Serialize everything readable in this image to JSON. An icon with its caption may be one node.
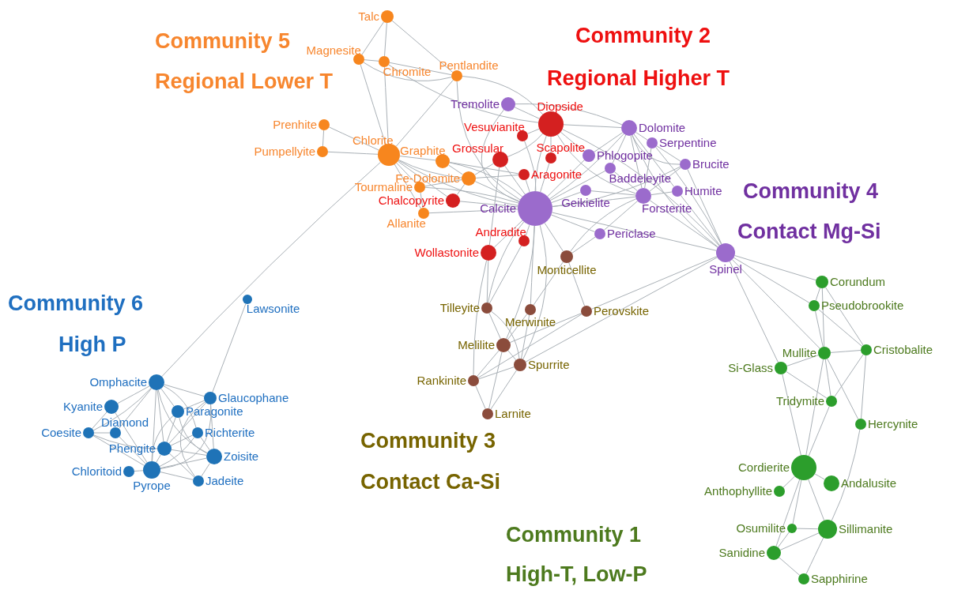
{
  "diagram": {
    "nodes": [
      {
        "text": [
          "Talc"
        ]
      },
      {
        "text": [
          "Magnesite"
        ]
      },
      {
        "text": [
          "Chromite"
        ]
      },
      {
        "text": [
          "Pentlandite"
        ]
      },
      {
        "text": [
          "Prenhite"
        ]
      },
      {
        "text": [
          "Pumpellyite"
        ]
      },
      {
        "text": [
          "Chlorite"
        ]
      },
      {
        "text": [
          "Graphite"
        ]
      },
      {
        "text": [
          "Fe-Dolomite"
        ]
      },
      {
        "text": [
          "Tourmaline"
        ]
      },
      {
        "text": [
          "Allanite"
        ]
      },
      {
        "text": [
          "Diopside"
        ]
      },
      {
        "text": [
          "Vesuvianite"
        ]
      },
      {
        "text": [
          "Grossular"
        ]
      },
      {
        "text": [
          "Scapolite"
        ]
      },
      {
        "text": [
          "Aragonite"
        ]
      },
      {
        "text": [
          "Chalcopyrite"
        ]
      },
      {
        "text": [
          "Andradite"
        ]
      },
      {
        "text": [
          "Wollastonite"
        ]
      },
      {
        "text": [
          "Tremolite"
        ]
      },
      {
        "text": [
          "Dolomite"
        ]
      },
      {
        "text": [
          "Serpentine"
        ]
      },
      {
        "text": [
          "Phlogopite"
        ]
      },
      {
        "text": [
          "Brucite"
        ]
      },
      {
        "text": [
          "Baddeleyite"
        ]
      },
      {
        "text": [
          "Humite"
        ]
      },
      {
        "text": [
          "Geikielite"
        ]
      },
      {
        "text": [
          "Forsterite"
        ]
      },
      {
        "text": [
          "Calcite"
        ]
      },
      {
        "text": [
          "Periclase"
        ]
      },
      {
        "text": [
          "Spinel"
        ]
      },
      {
        "text": [
          "Monticellite"
        ]
      },
      {
        "text": [
          "Tilleyite"
        ]
      },
      {
        "text": [
          "Merwinite"
        ]
      },
      {
        "text": [
          "Perovskite"
        ]
      },
      {
        "text": [
          "Melilite"
        ]
      },
      {
        "text": [
          "Spurrite"
        ]
      },
      {
        "text": [
          "Rankinite"
        ]
      },
      {
        "text": [
          "Larnite"
        ]
      },
      {
        "text": [
          "Corundum"
        ]
      },
      {
        "text": [
          "Pseudobrookite"
        ]
      },
      {
        "text": [
          "Mullite"
        ]
      },
      {
        "text": [
          "Cristobalite"
        ]
      },
      {
        "text": [
          "Si-Glass"
        ]
      },
      {
        "text": [
          "Tridymite"
        ]
      },
      {
        "text": [
          "Hercynite"
        ]
      },
      {
        "text": [
          "Cordierite"
        ]
      },
      {
        "text": [
          "Anthophyllite"
        ]
      },
      {
        "text": [
          "Andalusite"
        ]
      },
      {
        "text": [
          "Osumilite"
        ]
      },
      {
        "text": [
          "Sillimanite"
        ]
      },
      {
        "text": [
          "Sanidine"
        ]
      },
      {
        "text": [
          "Sapphirine"
        ]
      },
      {
        "text": [
          "Lawsonite"
        ]
      },
      {
        "text": [
          "Omphacite"
        ]
      },
      {
        "text": [
          "Glaucophane"
        ]
      },
      {
        "text": [
          "Kyanite"
        ]
      },
      {
        "text": [
          "Paragonite"
        ]
      },
      {
        "text": [
          "Diamond"
        ]
      },
      {
        "text": [
          "Coesite"
        ]
      },
      {
        "text": [
          "Richterite"
        ]
      },
      {
        "text": [
          "Phengite"
        ]
      },
      {
        "text": [
          "Zoisite"
        ]
      },
      {
        "text": [
          "Chloritoid"
        ]
      },
      {
        "text": [
          "Pyrope"
        ]
      },
      {
        "text": [
          "Jadeite"
        ]
      }
    ],
    "edges": [
      {
        "from": 0,
        "to": 1,
        "arrow": "none"
      },
      {
        "from": 0,
        "to": 2,
        "arrow": "none"
      },
      {
        "from": 0,
        "to": 3,
        "arrow": "none"
      },
      {
        "from": 1,
        "to": 2,
        "arrow": "none"
      },
      {
        "from": 1,
        "to": 3,
        "arrow": "none"
      },
      {
        "from": 2,
        "to": 3,
        "arrow": "none"
      },
      {
        "from": 1,
        "to": 6,
        "arrow": "none"
      },
      {
        "from": 2,
        "to": 6,
        "arrow": "none"
      },
      {
        "from": 3,
        "to": 6,
        "arrow": "none"
      },
      {
        "from": 3,
        "to": 11,
        "arrow": "none"
      },
      {
        "from": 3,
        "to": 28,
        "arrow": "none"
      },
      {
        "from": 2,
        "to": 11,
        "arrow": "none"
      },
      {
        "from": 4,
        "to": 5,
        "arrow": "none"
      },
      {
        "from": 4,
        "to": 6,
        "arrow": "none"
      },
      {
        "from": 5,
        "to": 6,
        "arrow": "none"
      },
      {
        "from": 6,
        "to": 7,
        "arrow": "none"
      },
      {
        "from": 6,
        "to": 8,
        "arrow": "none"
      },
      {
        "from": 6,
        "to": 9,
        "arrow": "none"
      },
      {
        "from": 6,
        "to": 10,
        "arrow": "none"
      },
      {
        "from": 6,
        "to": 28,
        "arrow": "none"
      },
      {
        "from": 6,
        "to": 16,
        "arrow": "none"
      },
      {
        "from": 6,
        "to": 54,
        "arrow": "none"
      },
      {
        "from": 7,
        "to": 28,
        "arrow": "none"
      },
      {
        "from": 7,
        "to": 15,
        "arrow": "none"
      },
      {
        "from": 7,
        "to": 8,
        "arrow": "none"
      },
      {
        "from": 8,
        "to": 28,
        "arrow": "none"
      },
      {
        "from": 8,
        "to": 9,
        "arrow": "none"
      },
      {
        "from": 8,
        "to": 16,
        "arrow": "none"
      },
      {
        "from": 8,
        "to": 15,
        "arrow": "none"
      },
      {
        "from": 8,
        "to": 13,
        "arrow": "none"
      },
      {
        "from": 9,
        "to": 28,
        "arrow": "none"
      },
      {
        "from": 10,
        "to": 28,
        "arrow": "none"
      },
      {
        "from": 9,
        "to": 10,
        "arrow": "none"
      },
      {
        "from": 16,
        "to": 28,
        "arrow": "none"
      },
      {
        "from": 11,
        "to": 19,
        "arrow": "none"
      },
      {
        "from": 11,
        "to": 28,
        "arrow": "none"
      },
      {
        "from": 11,
        "to": 20,
        "arrow": "none"
      },
      {
        "from": 11,
        "to": 12,
        "arrow": "none"
      },
      {
        "from": 11,
        "to": 13,
        "arrow": "none"
      },
      {
        "from": 11,
        "to": 14,
        "arrow": "none"
      },
      {
        "from": 11,
        "to": 27,
        "arrow": "none"
      },
      {
        "from": 11,
        "to": 22,
        "arrow": "none"
      },
      {
        "from": 11,
        "to": 30,
        "arrow": "none"
      },
      {
        "from": 19,
        "to": 28,
        "arrow": "none"
      },
      {
        "from": 19,
        "to": 20,
        "arrow": "none"
      },
      {
        "from": 12,
        "to": 28,
        "arrow": "none"
      },
      {
        "from": 13,
        "to": 28,
        "arrow": "none"
      },
      {
        "from": 13,
        "to": 18,
        "arrow": "none"
      },
      {
        "from": 14,
        "to": 28,
        "arrow": "none"
      },
      {
        "from": 15,
        "to": 28,
        "arrow": "none"
      },
      {
        "from": 17,
        "to": 28,
        "arrow": "none"
      },
      {
        "from": 18,
        "to": 28,
        "arrow": "none"
      },
      {
        "from": 28,
        "to": 20,
        "arrow": "none"
      },
      {
        "from": 28,
        "to": 22,
        "arrow": "none"
      },
      {
        "from": 28,
        "to": 24,
        "arrow": "none"
      },
      {
        "from": 28,
        "to": 26,
        "arrow": "none"
      },
      {
        "from": 28,
        "to": 27,
        "arrow": "none"
      },
      {
        "from": 28,
        "to": 29,
        "arrow": "none"
      },
      {
        "from": 28,
        "to": 31,
        "arrow": "none"
      },
      {
        "from": 28,
        "to": 23,
        "arrow": "none"
      },
      {
        "from": 28,
        "to": 30,
        "arrow": "none"
      },
      {
        "from": 28,
        "to": 33,
        "arrow": "none"
      },
      {
        "from": 28,
        "to": 32,
        "arrow": "none"
      },
      {
        "from": 28,
        "to": 36,
        "arrow": "none"
      },
      {
        "from": 28,
        "to": 35,
        "arrow": "none"
      },
      {
        "from": 20,
        "to": 21,
        "arrow": "none"
      },
      {
        "from": 20,
        "to": 22,
        "arrow": "none"
      },
      {
        "from": 20,
        "to": 23,
        "arrow": "none"
      },
      {
        "from": 20,
        "to": 27,
        "arrow": "none"
      },
      {
        "from": 20,
        "to": 30,
        "arrow": "none"
      },
      {
        "from": 20,
        "to": 24,
        "arrow": "none"
      },
      {
        "from": 20,
        "to": 25,
        "arrow": "none"
      },
      {
        "from": 21,
        "to": 23,
        "arrow": "none"
      },
      {
        "from": 21,
        "to": 27,
        "arrow": "none"
      },
      {
        "from": 21,
        "to": 30,
        "arrow": "none"
      },
      {
        "from": 23,
        "to": 27,
        "arrow": "none"
      },
      {
        "from": 23,
        "to": 30,
        "arrow": "none"
      },
      {
        "from": 25,
        "to": 27,
        "arrow": "none"
      },
      {
        "from": 25,
        "to": 30,
        "arrow": "none"
      },
      {
        "from": 27,
        "to": 30,
        "arrow": "none"
      },
      {
        "from": 27,
        "to": 26,
        "arrow": "none"
      },
      {
        "from": 27,
        "to": 29,
        "arrow": "none"
      },
      {
        "from": 24,
        "to": 27,
        "arrow": "none"
      },
      {
        "from": 29,
        "to": 31,
        "arrow": "none"
      },
      {
        "from": 27,
        "to": 31,
        "arrow": "none"
      },
      {
        "from": 30,
        "to": 39,
        "arrow": "none"
      },
      {
        "from": 30,
        "to": 40,
        "arrow": "none"
      },
      {
        "from": 30,
        "to": 41,
        "arrow": "none"
      },
      {
        "from": 30,
        "to": 43,
        "arrow": "none"
      },
      {
        "from": 30,
        "to": 34,
        "arrow": "none"
      },
      {
        "from": 30,
        "to": 36,
        "arrow": "none"
      },
      {
        "from": 31,
        "to": 33,
        "arrow": "none"
      },
      {
        "from": 31,
        "to": 34,
        "arrow": "none"
      },
      {
        "from": 18,
        "to": 32,
        "arrow": "none"
      },
      {
        "from": 18,
        "to": 37,
        "arrow": "none"
      },
      {
        "from": 17,
        "to": 32,
        "arrow": "none"
      },
      {
        "from": 32,
        "to": 35,
        "arrow": "none"
      },
      {
        "from": 32,
        "to": 36,
        "arrow": "none"
      },
      {
        "from": 33,
        "to": 35,
        "arrow": "none"
      },
      {
        "from": 33,
        "to": 36,
        "arrow": "none"
      },
      {
        "from": 34,
        "to": 35,
        "arrow": "none"
      },
      {
        "from": 34,
        "to": 37,
        "arrow": "none"
      },
      {
        "from": 35,
        "to": 37,
        "arrow": "none"
      },
      {
        "from": 35,
        "to": 38,
        "arrow": "none"
      },
      {
        "from": 36,
        "to": 37,
        "arrow": "none"
      },
      {
        "from": 36,
        "to": 38,
        "arrow": "none"
      },
      {
        "from": 37,
        "to": 38,
        "arrow": "none"
      },
      {
        "from": 35,
        "to": 36,
        "arrow": "none"
      },
      {
        "from": 39,
        "to": 40,
        "arrow": "none"
      },
      {
        "from": 39,
        "to": 41,
        "arrow": "none"
      },
      {
        "from": 39,
        "to": 42,
        "arrow": "none"
      },
      {
        "from": 40,
        "to": 41,
        "arrow": "none"
      },
      {
        "from": 40,
        "to": 42,
        "arrow": "none"
      },
      {
        "from": 41,
        "to": 42,
        "arrow": "none"
      },
      {
        "from": 41,
        "to": 43,
        "arrow": "none"
      },
      {
        "from": 41,
        "to": 44,
        "arrow": "none"
      },
      {
        "from": 41,
        "to": 45,
        "arrow": "none"
      },
      {
        "from": 41,
        "to": 46,
        "arrow": "none"
      },
      {
        "from": 43,
        "to": 44,
        "arrow": "none"
      },
      {
        "from": 43,
        "to": 46,
        "arrow": "none"
      },
      {
        "from": 42,
        "to": 44,
        "arrow": "none"
      },
      {
        "from": 42,
        "to": 45,
        "arrow": "none"
      },
      {
        "from": 44,
        "to": 46,
        "arrow": "none"
      },
      {
        "from": 45,
        "to": 50,
        "arrow": "none"
      },
      {
        "from": 46,
        "to": 47,
        "arrow": "none"
      },
      {
        "from": 46,
        "to": 48,
        "arrow": "none"
      },
      {
        "from": 46,
        "to": 49,
        "arrow": "none"
      },
      {
        "from": 46,
        "to": 51,
        "arrow": "none"
      },
      {
        "from": 46,
        "to": 50,
        "arrow": "none"
      },
      {
        "from": 49,
        "to": 50,
        "arrow": "none"
      },
      {
        "from": 49,
        "to": 51,
        "arrow": "none"
      },
      {
        "from": 51,
        "to": 50,
        "arrow": "none"
      },
      {
        "from": 51,
        "to": 52,
        "arrow": "none"
      },
      {
        "from": 50,
        "to": 52,
        "arrow": "none"
      },
      {
        "from": 53,
        "to": 55,
        "arrow": "none"
      },
      {
        "from": 54,
        "to": 55,
        "arrow": "none"
      },
      {
        "from": 54,
        "to": 56,
        "arrow": "none"
      },
      {
        "from": 54,
        "to": 59,
        "arrow": "none"
      },
      {
        "from": 54,
        "to": 57,
        "arrow": "none"
      },
      {
        "from": 54,
        "to": 61,
        "arrow": "none"
      },
      {
        "from": 54,
        "to": 64,
        "arrow": "none"
      },
      {
        "from": 54,
        "to": 62,
        "arrow": "none"
      },
      {
        "from": 54,
        "to": 60,
        "arrow": "none"
      },
      {
        "from": 54,
        "to": 58,
        "arrow": "none"
      },
      {
        "from": 55,
        "to": 57,
        "arrow": "none"
      },
      {
        "from": 55,
        "to": 61,
        "arrow": "none"
      },
      {
        "from": 55,
        "to": 62,
        "arrow": "none"
      },
      {
        "from": 55,
        "to": 65,
        "arrow": "none"
      },
      {
        "from": 55,
        "to": 64,
        "arrow": "none"
      },
      {
        "from": 56,
        "to": 59,
        "arrow": "none"
      },
      {
        "from": 56,
        "to": 64,
        "arrow": "none"
      },
      {
        "from": 59,
        "to": 58,
        "arrow": "none"
      },
      {
        "from": 59,
        "to": 61,
        "arrow": "none"
      },
      {
        "from": 59,
        "to": 64,
        "arrow": "none"
      },
      {
        "from": 58,
        "to": 64,
        "arrow": "none"
      },
      {
        "from": 57,
        "to": 61,
        "arrow": "none"
      },
      {
        "from": 57,
        "to": 62,
        "arrow": "none"
      },
      {
        "from": 57,
        "to": 64,
        "arrow": "none"
      },
      {
        "from": 60,
        "to": 61,
        "arrow": "none"
      },
      {
        "from": 60,
        "to": 62,
        "arrow": "none"
      },
      {
        "from": 60,
        "to": 64,
        "arrow": "none"
      },
      {
        "from": 61,
        "to": 62,
        "arrow": "none"
      },
      {
        "from": 61,
        "to": 64,
        "arrow": "none"
      },
      {
        "from": 61,
        "to": 65,
        "arrow": "none"
      },
      {
        "from": 62,
        "to": 64,
        "arrow": "none"
      },
      {
        "from": 62,
        "to": 65,
        "arrow": "none"
      },
      {
        "from": 64,
        "to": 65,
        "arrow": "none"
      },
      {
        "from": 63,
        "to": 64,
        "arrow": "none"
      }
    ],
    "labels": [
      "Community 5",
      "Regional Lower T",
      "Community 2",
      "Regional Higher T",
      "Community 4",
      "Contact Mg-Si",
      "Community 6",
      "High P",
      "Community 3",
      "Contact Ca-Si",
      "Community 1",
      "High-T, Low-P"
    ]
  }
}
